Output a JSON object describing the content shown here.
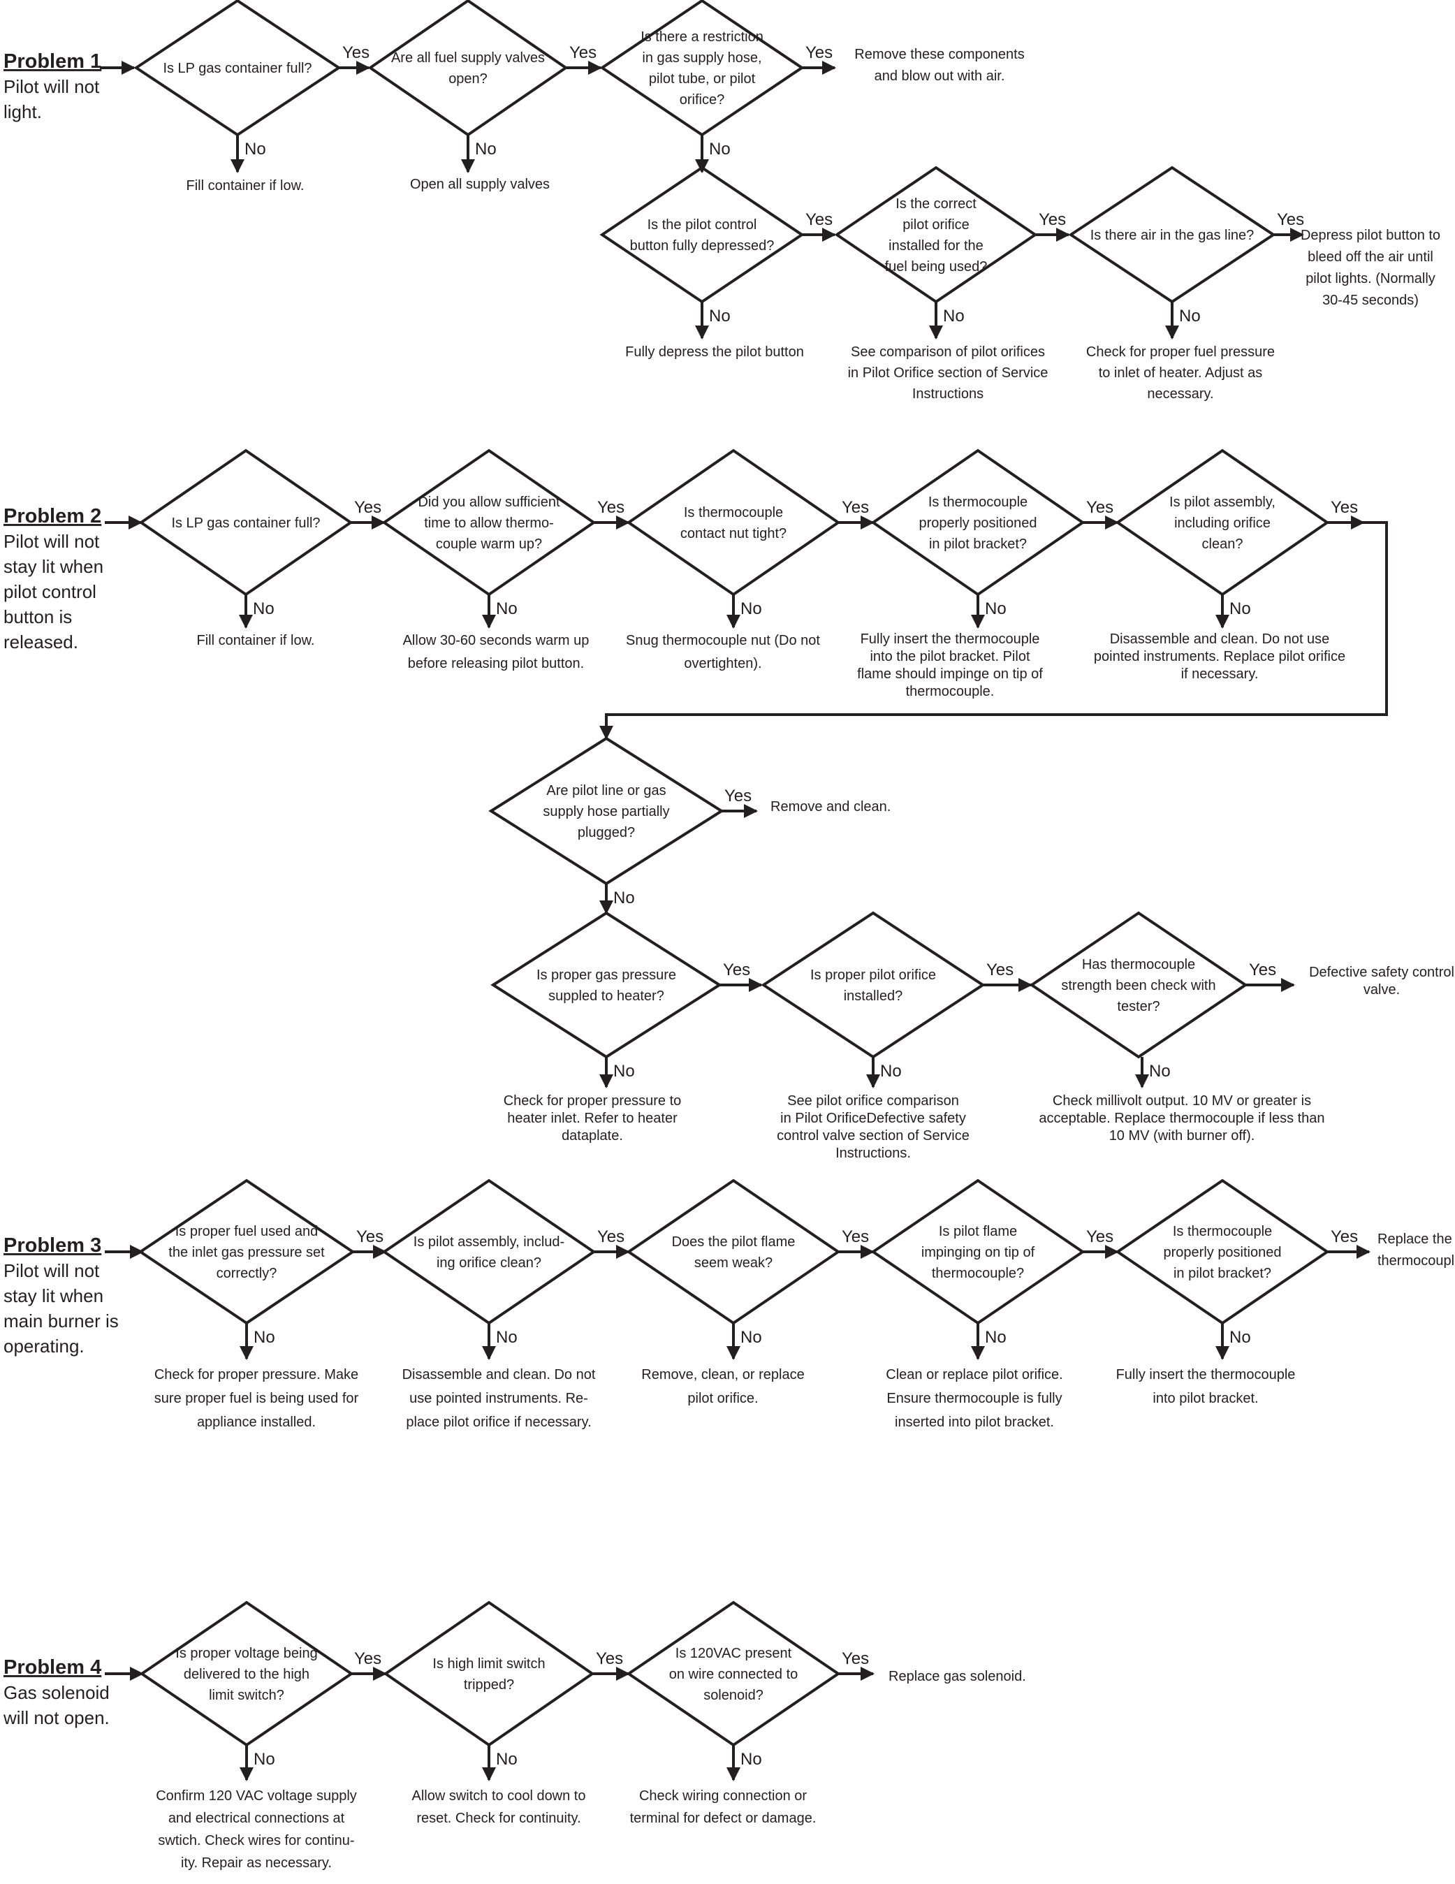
{
  "problems": [
    {
      "title": "Problem 1",
      "lines": [
        "Pilot will not",
        "light."
      ]
    },
    {
      "title": "Problem 2",
      "lines": [
        "Pilot will not",
        "stay lit when",
        "pilot control",
        "button is",
        "released."
      ]
    },
    {
      "title": "Problem 3",
      "lines": [
        "Pilot will not",
        "stay lit when",
        "main burner is",
        "operating."
      ]
    },
    {
      "title": "Problem 4",
      "lines": [
        "Gas solenoid",
        "will not open."
      ]
    }
  ],
  "labels": {
    "yes": "Yes",
    "no": "No"
  },
  "p1": {
    "d1": [
      "Is LP gas container full?"
    ],
    "d2": [
      "Are all fuel supply valves",
      "open?"
    ],
    "d3": [
      "Is there a restriction",
      "in gas supply hose,",
      "pilot tube, or pilot",
      "orifice?"
    ],
    "d4": [
      "Is the pilot control",
      "button fully depressed?"
    ],
    "d5": [
      "Is the correct",
      "pilot orifice",
      "installed for the",
      "fuel being used?"
    ],
    "d6": [
      "Is there air in the gas line?"
    ],
    "n1": [
      "Fill container if low."
    ],
    "n2": [
      "Open all supply valves"
    ],
    "y3": [
      "Remove these components",
      "and blow out with air."
    ],
    "n4": [
      "Fully depress the pilot button"
    ],
    "n5": [
      "See comparison of pilot orifices",
      "in Pilot Orifice section of Service",
      "Instructions"
    ],
    "n6": [
      "Check for proper fuel pressure",
      "to inlet of heater. Adjust as",
      "necessary."
    ],
    "y6": [
      "Depress pilot button to",
      "bleed off the air until",
      "pilot lights. (Normally",
      "30-45 seconds)"
    ]
  },
  "p2": {
    "d1": [
      "Is LP gas container full?"
    ],
    "d2": [
      "Did you allow sufficient",
      "time to allow thermo-",
      "couple warm up?"
    ],
    "d3": [
      "Is thermocouple",
      "contact nut tight?"
    ],
    "d4": [
      "Is thermocouple",
      "properly positioned",
      "in pilot bracket?"
    ],
    "d5": [
      "Is pilot assembly,",
      "including orifice",
      "clean?"
    ],
    "d6": [
      "Are pilot line or gas",
      "supply hose partially",
      "plugged?"
    ],
    "d7": [
      "Is proper gas pressure",
      "suppled to heater?"
    ],
    "d8": [
      "Is proper pilot orifice",
      "installed?"
    ],
    "d9": [
      "Has thermocouple",
      "strength been check with",
      "tester?"
    ],
    "n1": [
      "Fill container if low."
    ],
    "n2": [
      "Allow 30-60 seconds warm up",
      "before releasing pilot button."
    ],
    "n3": [
      "Snug thermocouple nut (Do not",
      "overtighten)."
    ],
    "n4": [
      "Fully insert the thermocouple",
      "into the pilot bracket. Pilot",
      "flame should impinge on tip of",
      "thermocouple."
    ],
    "n5": [
      "Disassemble and clean. Do not use",
      "pointed instruments. Replace pilot orifice",
      "if necessary."
    ],
    "y6": [
      "Remove and clean."
    ],
    "n7": [
      "Check for proper pressure to",
      "heater inlet. Refer to heater",
      "dataplate."
    ],
    "n8": [
      "See pilot orifice comparison",
      "in Pilot OrificeDefective safety",
      "control valve section of Service",
      "Instructions."
    ],
    "n9": [
      "Check millivolt output. 10 MV or greater is",
      "acceptable. Replace thermocouple if less than",
      "10 MV (with burner off)."
    ],
    "y9": [
      "Defective safety control",
      "valve."
    ]
  },
  "p3": {
    "d1": [
      "Is proper fuel used and",
      "the inlet gas pressure set",
      "correctly?"
    ],
    "d2": [
      "Is pilot assembly, includ-",
      "ing orifice clean?"
    ],
    "d3": [
      "Does the pilot flame",
      "seem weak?"
    ],
    "d4": [
      "Is pilot flame",
      "impinging on tip of",
      "thermocouple?"
    ],
    "d5": [
      "Is thermocouple",
      "properly positioned",
      "in pilot bracket?"
    ],
    "n1": [
      "Check for proper pressure. Make",
      "sure proper fuel is being used for",
      "appliance installed."
    ],
    "n2": [
      "Disassemble and clean. Do not",
      "use pointed instruments. Re-",
      "place pilot orifice if necessary."
    ],
    "n3": [
      "Remove, clean, or replace",
      "pilot orifice."
    ],
    "n4": [
      "Clean or replace pilot orifice.",
      "Ensure thermocouple is fully",
      "inserted into pilot bracket."
    ],
    "n5": [
      "Fully insert the thermocouple",
      "into pilot bracket."
    ],
    "y5": [
      "Replace the",
      "thermocouple."
    ]
  },
  "p4": {
    "d1": [
      "Is proper voltage being",
      "delivered to the high",
      "limit switch?"
    ],
    "d2": [
      "Is high limit switch",
      "tripped?"
    ],
    "d3": [
      "Is 120VAC present",
      "on wire connected to",
      "solenoid?"
    ],
    "n1": [
      "Confirm 120 VAC voltage supply",
      "and electrical connections at",
      "swtich. Check wires for continu-",
      "ity. Repair as necessary."
    ],
    "n2": [
      "Allow switch to cool down to",
      "reset. Check for continuity."
    ],
    "n3": [
      "Check wiring connection or",
      "terminal for defect or damage."
    ],
    "y3": [
      "Replace gas solenoid."
    ]
  },
  "colors": {
    "ink": "#231f20",
    "background": "#ffffff"
  }
}
